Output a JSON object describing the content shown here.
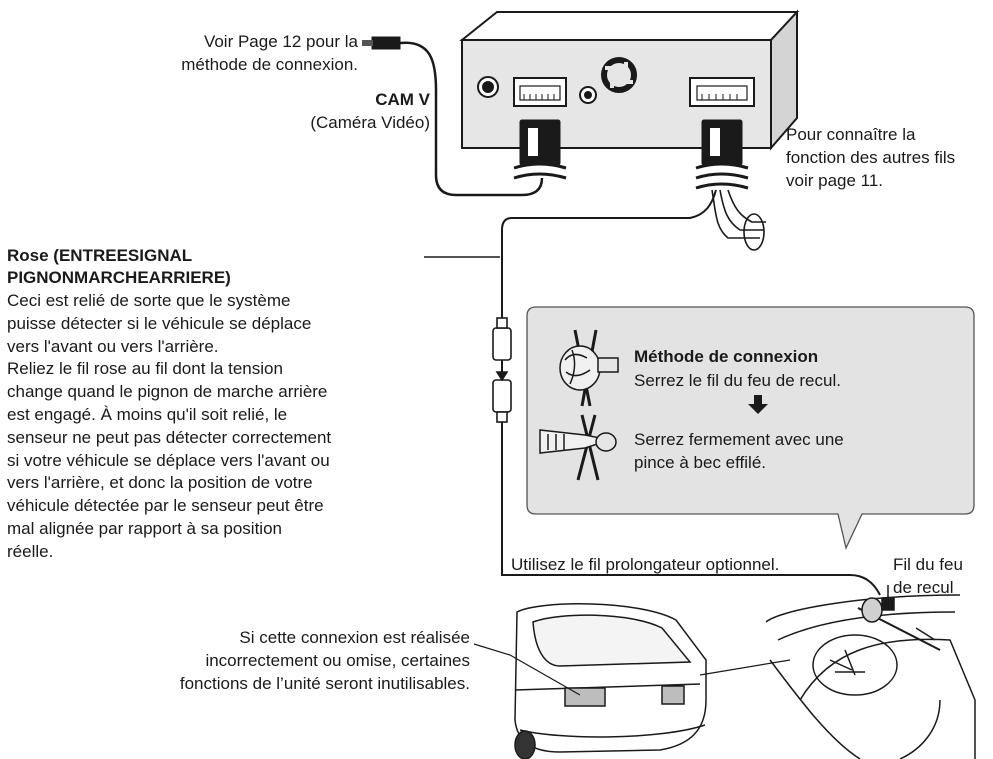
{
  "labels": {
    "camera_ref": "Voir Page 12 pour la\nméthode de connexion.",
    "camera_title": "CAM V",
    "camera_subtitle": "(Caméra Vidéo)",
    "other_wires": "Pour connaître la\nfonction des autres fils\nvoir page 11.",
    "pink_title": "Rose (ENTREESIGNAL\nPIGNONMARCHEARRIERE)",
    "pink_body": "Ceci est relié de sorte que le système\npuisse détecter si le véhicule se déplace\nvers l'avant ou vers l'arrière.\nReliez le fil rose au fil dont la tension\nchange quand le pignon de marche arrière\nest engagé. À moins qu'il soit relié, le\nsenseur ne peut pas détecter correctement\nsi votre véhicule se déplace vers l'avant ou\nvers l'arrière, et donc la position de votre\nvéhicule détectée par le senseur peut être\nmal alignée par rapport à sa position\nréelle.",
    "method_title": "Méthode de connexion",
    "method_step1": "Serrez le fil du feu de recul.",
    "method_step2": "Serrez fermement avec une\npince à bec effilé.",
    "extension": "Utilisez le fil prolongateur optionnel.",
    "reverse_wire": "Fil du feu\nde recul",
    "warning": "Si cette connexion est réalisée\nincorrectement ou omise, certaines\nfonctions de l’unité seront inutilisables."
  },
  "colors": {
    "callout_fill": "#e3e3e3",
    "line": "#1a1a1a",
    "unit_face": "#e6e6e6"
  },
  "icons": {
    "arrow": "down-arrow-icon"
  }
}
